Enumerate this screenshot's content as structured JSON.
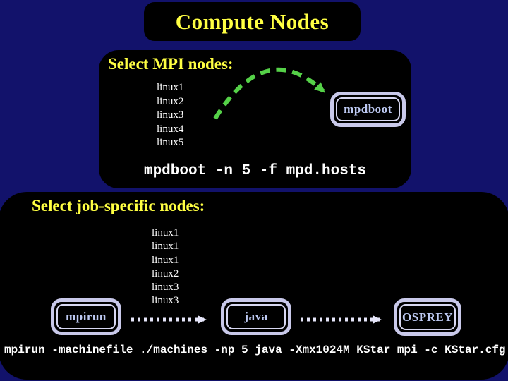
{
  "colors": {
    "background": "#12126b",
    "panel": "#000000",
    "title_yellow": "#ffff42",
    "node_text": "#ffffff",
    "box_border": "#c9c9ea",
    "box_label_text": "#bdc9f2",
    "green_arrow": "#55d148",
    "dotted_arrow": "#e6e6fa"
  },
  "title": {
    "text": "Compute Nodes"
  },
  "mpi_panel": {
    "heading": "Select MPI nodes:",
    "nodes": [
      "linux1",
      "linux2",
      "linux3",
      "linux4",
      "linux5"
    ],
    "box_label": "mpdboot",
    "command": "mpdboot -n 5 -f mpd.hosts"
  },
  "job_panel": {
    "heading": "Select job-specific nodes:",
    "nodes": [
      "linux1",
      "linux1",
      "linux1",
      "linux2",
      "linux3",
      "linux3"
    ],
    "boxes": [
      "mpirun",
      "java",
      "OSPREY"
    ],
    "command": "mpirun -machinefile ./machines -np 5 java -Xmx1024M KStar mpi -c KStar.cfg"
  }
}
